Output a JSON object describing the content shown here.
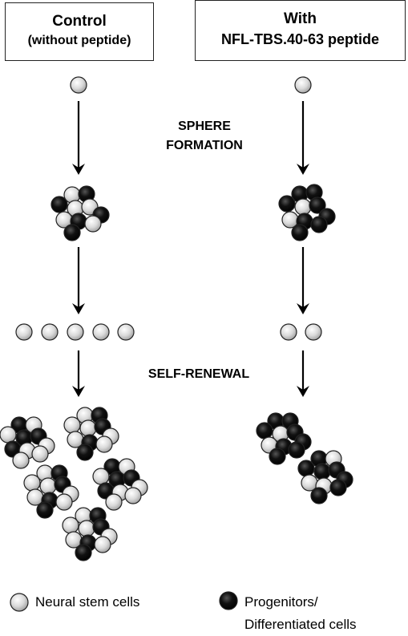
{
  "conditions": {
    "control": {
      "title": "Control",
      "subtitle": "(without peptide)"
    },
    "treated": {
      "title": "With",
      "subtitle": "NFL-TBS.40-63 peptide"
    }
  },
  "stages": {
    "sphere_formation": "SPHERE\nFORMATION",
    "self_renewal": "SELF-RENEWAL"
  },
  "legend": {
    "neural_stem_cells": "Neural stem cells",
    "progenitors": "Progenitors/\nDifferentiated cells"
  },
  "colors": {
    "stem_cell": "#d9d9d9",
    "progenitor": "#111111",
    "arrow": "#000000"
  },
  "counts": {
    "control_secondary_stem_cells": 5,
    "treated_secondary_stem_cells": 2,
    "control_secondary_spheres": 5,
    "treated_secondary_spheres": 2
  }
}
